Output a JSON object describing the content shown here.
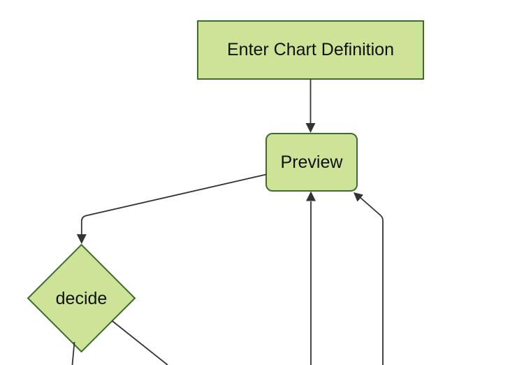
{
  "diagram": {
    "type": "flowchart",
    "nodes": {
      "enter_chart_definition": {
        "label": "Enter Chart Definition",
        "shape": "rectangle"
      },
      "preview": {
        "label": "Preview",
        "shape": "rounded-rectangle"
      },
      "decide": {
        "label": "decide",
        "shape": "diamond"
      }
    },
    "edges": [
      {
        "from": "enter_chart_definition",
        "to": "preview",
        "arrowhead": true
      },
      {
        "from": "preview",
        "to": "decide",
        "arrowhead": true
      },
      {
        "from": "offscreen-bottom",
        "to": "preview",
        "arrowhead": true
      },
      {
        "from": "offscreen-bottom-right",
        "to": "preview",
        "arrowhead": true
      },
      {
        "from": "decide",
        "to": "offscreen-bottom-left",
        "arrowhead": false
      },
      {
        "from": "decide",
        "to": "offscreen-bottom-right",
        "arrowhead": false
      }
    ],
    "colors": {
      "background": "#ffffff",
      "node_fill": "#cde498",
      "node_border": "#3f6c2d",
      "edge": "#333333",
      "text": "#111111"
    }
  }
}
